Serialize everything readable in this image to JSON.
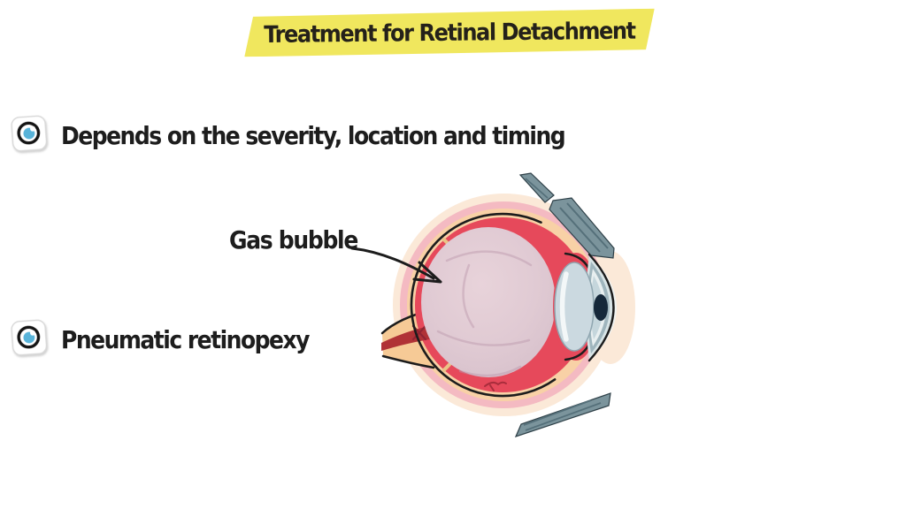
{
  "title": {
    "text": "Treatment for Retinal Detachment"
  },
  "bullets": [
    {
      "label": "Depends on the severity, location and timing"
    },
    {
      "label": "Pneumatic retinopexy"
    }
  ],
  "diagram": {
    "label": "Gas bubble",
    "subject": "eye-cross-section",
    "colors": {
      "highlight_yellow": "#f0e75e",
      "text_dark": "#1d1d1d",
      "icon_blue": "#58b3d9",
      "sclera_halo": "#fbe9d8",
      "choroid_pink": "#f4bac2",
      "sclera_peach": "#f8d1a6",
      "retina_red": "#e6495b",
      "vitreous_pink": "#ddc7d0",
      "vitreous_light": "#e8d3da",
      "lens_blue": "#cbd9e0",
      "cornea_gray": "#9fb5bd",
      "cornea_light": "#d8e4e6",
      "pupil_navy": "#15283a",
      "muscle_gray": "#7b949c",
      "nerve_peach": "#f6ca96",
      "nerve_stripe_red": "#b03236",
      "outline_black": "#1c1c1c"
    }
  }
}
